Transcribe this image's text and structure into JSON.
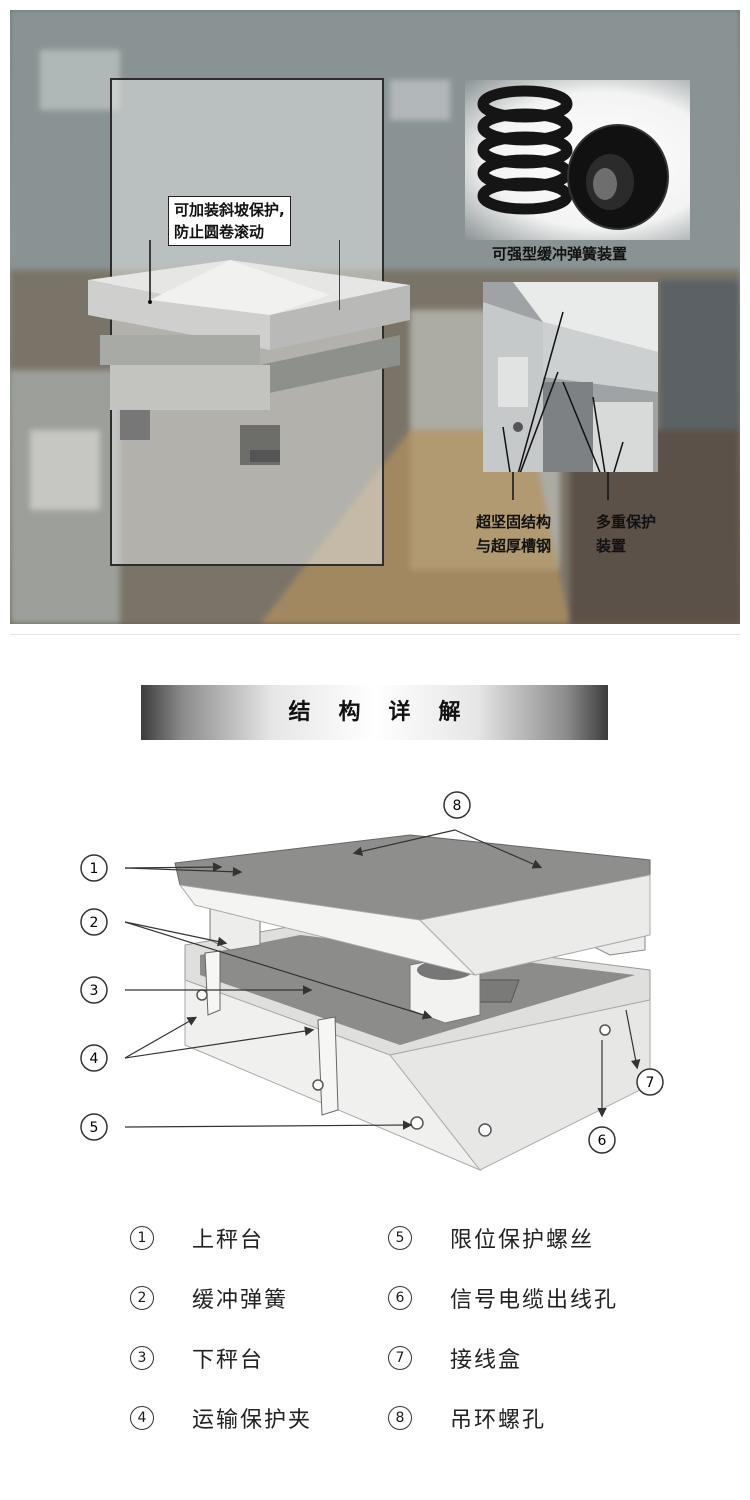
{
  "photo_section": {
    "callout_slope_line1": "可加装斜坡保护,",
    "callout_slope_line2": "防止圆卷滚动",
    "spring_label": "可强型缓冲弹簧装置",
    "structure_label_line1": "超坚固结构",
    "structure_label_line2": "与超厚槽钢",
    "protection_label_line1": "多重保护",
    "protection_label_line2": "装置"
  },
  "section_header": {
    "title": "结构详解"
  },
  "diagram": {
    "callouts": [
      "1",
      "2",
      "3",
      "4",
      "5",
      "6",
      "7",
      "8"
    ]
  },
  "legend": {
    "items": [
      {
        "number": "1",
        "label": "上秤台"
      },
      {
        "number": "2",
        "label": "缓冲弹簧"
      },
      {
        "number": "3",
        "label": "下秤台"
      },
      {
        "number": "4",
        "label": "运输保护夹"
      },
      {
        "number": "5",
        "label": "限位保护螺丝"
      },
      {
        "number": "6",
        "label": "信号电缆出线孔"
      },
      {
        "number": "7",
        "label": "接线盒"
      },
      {
        "number": "8",
        "label": "吊环螺孔"
      }
    ]
  }
}
